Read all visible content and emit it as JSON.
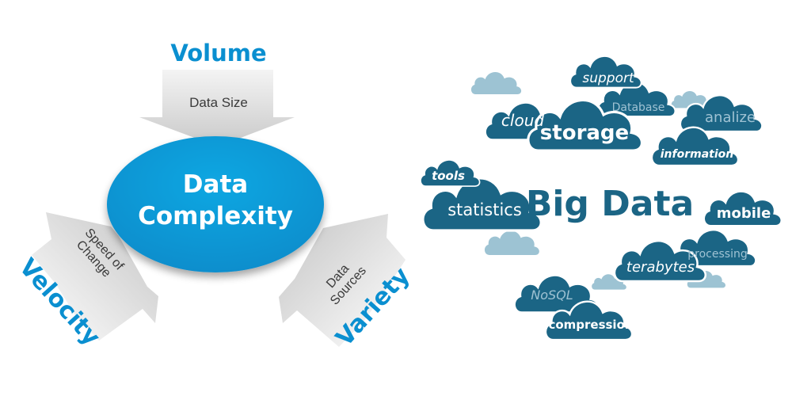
{
  "left_diagram": {
    "center": {
      "line1": "Data",
      "line2": "Complexity"
    },
    "volume": {
      "title": "Volume",
      "caption": "Data Size"
    },
    "velocity": {
      "title": "Velocity",
      "caption_line1": "Speed of",
      "caption_line2": "Change"
    },
    "variety": {
      "title": "Variety",
      "caption_line1": "Data",
      "caption_line2": "Sources"
    }
  },
  "right_diagram": {
    "title": "Big Data",
    "clouds": [
      {
        "label": "support"
      },
      {
        "label": "cloud"
      },
      {
        "label": "storage"
      },
      {
        "label": "Database"
      },
      {
        "label": "analize"
      },
      {
        "label": "information"
      },
      {
        "label": "tools"
      },
      {
        "label": "statistics"
      },
      {
        "label": "mobile"
      },
      {
        "label": "processing"
      },
      {
        "label": "terabytes"
      },
      {
        "label": "NoSQL"
      },
      {
        "label": "compression"
      }
    ]
  },
  "colors": {
    "accent_blue": "#0a8fd0",
    "ellipse_blue": "#079ad6",
    "cloud_dark": "#1b6585",
    "cloud_light": "#9dc3d3",
    "arrow_gray": "#d8d8d8"
  }
}
